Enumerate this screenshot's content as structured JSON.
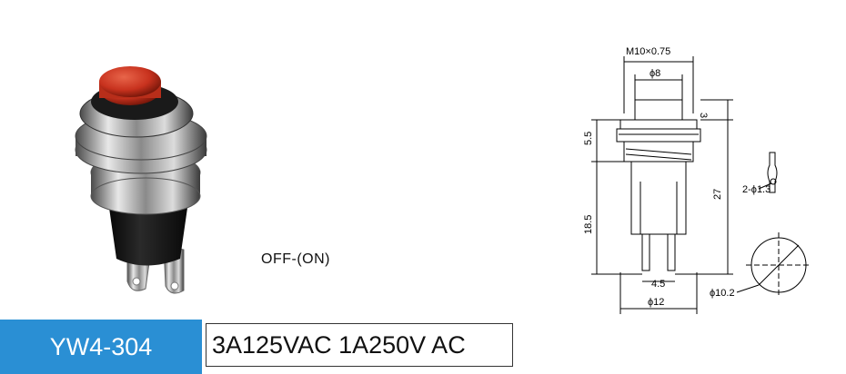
{
  "product": {
    "mode": "OFF-(ON)",
    "model": "YW4-304",
    "rating": "3A125VAC 1A250V AC"
  },
  "drawing": {
    "thread": "M10×0.75",
    "cap_diameter": "ϕ8",
    "dim_3": "3",
    "dim_5_5": "5.5",
    "dim_27": "27",
    "dim_18_5": "18.5",
    "pin_holes": "2-ϕ1.3",
    "dim_4_5": "4.5",
    "dim_12": "ϕ12",
    "panel_hole": "ϕ10.2"
  },
  "colors": {
    "banner": "#2a8fd4",
    "button_cap": "#c8321e",
    "body": "#151515"
  }
}
